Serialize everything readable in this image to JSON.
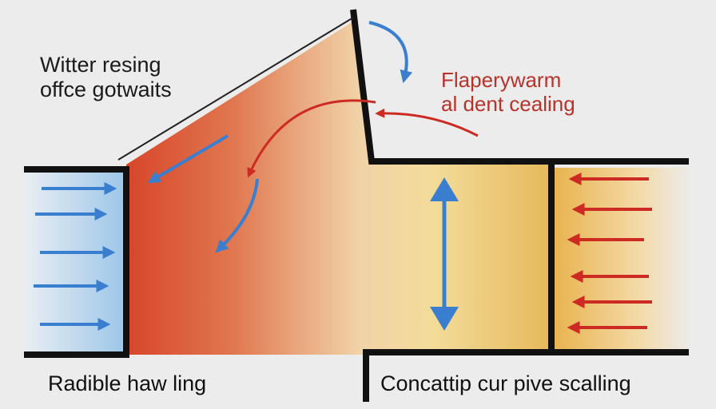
{
  "labels": {
    "top_left_line1": "Witter resing",
    "top_left_line2": "offce gotwaits",
    "top_right_line1": "Flaperywarm",
    "top_right_line2": "al dent cealing",
    "bottom_left": "Radible haw ling",
    "bottom_right": "Concattip cur pive scalling"
  },
  "colors": {
    "background": "#ececec",
    "wall": "#111111",
    "warm_red": "#d9502e",
    "warm_yellow": "#f0c860",
    "cool_blue": "#3a7fcf",
    "heat_red": "#cc2a22"
  },
  "icons": [
    "arrow-right-icon",
    "arrow-left-icon",
    "curved-arrow-icon",
    "double-arrow-icon"
  ]
}
